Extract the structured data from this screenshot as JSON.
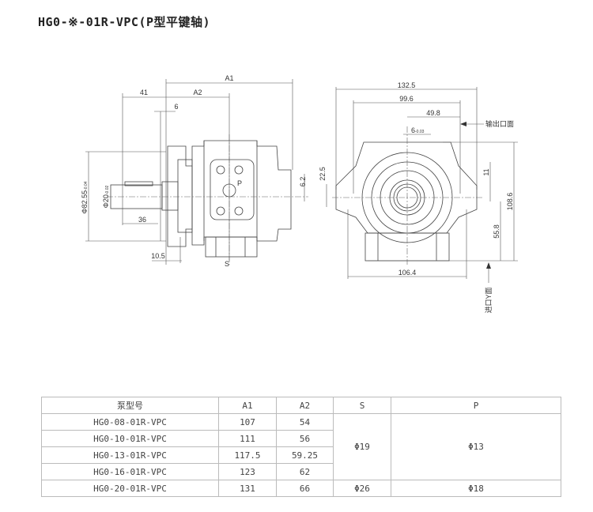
{
  "title": "HG0-※-01R-VPC(P型平键轴)",
  "side_view": {
    "A1": "A1",
    "A2": "A2",
    "d41": "41",
    "d6": "6",
    "d36": "36",
    "d10_5": "10.5",
    "d6_2": "6.2",
    "phi82": "Φ82.55",
    "phi82_tol": "-0.04",
    "phi20": "Φ20",
    "phi20_tol": "-0.02",
    "port_p": "P",
    "port_s": "S"
  },
  "front_view": {
    "d132_5": "132.5",
    "d99_6": "99.6",
    "d49_8": "49.8",
    "d6_key": "6",
    "d6_key_tol": "-0.03",
    "d22_5": "22.5",
    "d11": "11",
    "d108_6": "108.6",
    "d55_8": "55.8",
    "d106_4": "106.4",
    "outlet_label": "输出口面",
    "inlet_label": "进口Y面"
  },
  "table": {
    "headers": [
      "泵型号",
      "A1",
      "A2",
      "S",
      "P"
    ],
    "rows": [
      {
        "model": "HG0-08-01R-VPC",
        "A1": "107",
        "A2": "54"
      },
      {
        "model": "HG0-10-01R-VPC",
        "A1": "111",
        "A2": "56"
      },
      {
        "model": "HG0-13-01R-VPC",
        "A1": "117.5",
        "A2": "59.25"
      },
      {
        "model": "HG0-16-01R-VPC",
        "A1": "123",
        "A2": "62"
      },
      {
        "model": "HG0-20-01R-VPC",
        "A1": "131",
        "A2": "66"
      }
    ],
    "group1": {
      "S": "Φ19",
      "P": "Φ13"
    },
    "group2": {
      "S": "Φ26",
      "P": "Φ18"
    }
  }
}
